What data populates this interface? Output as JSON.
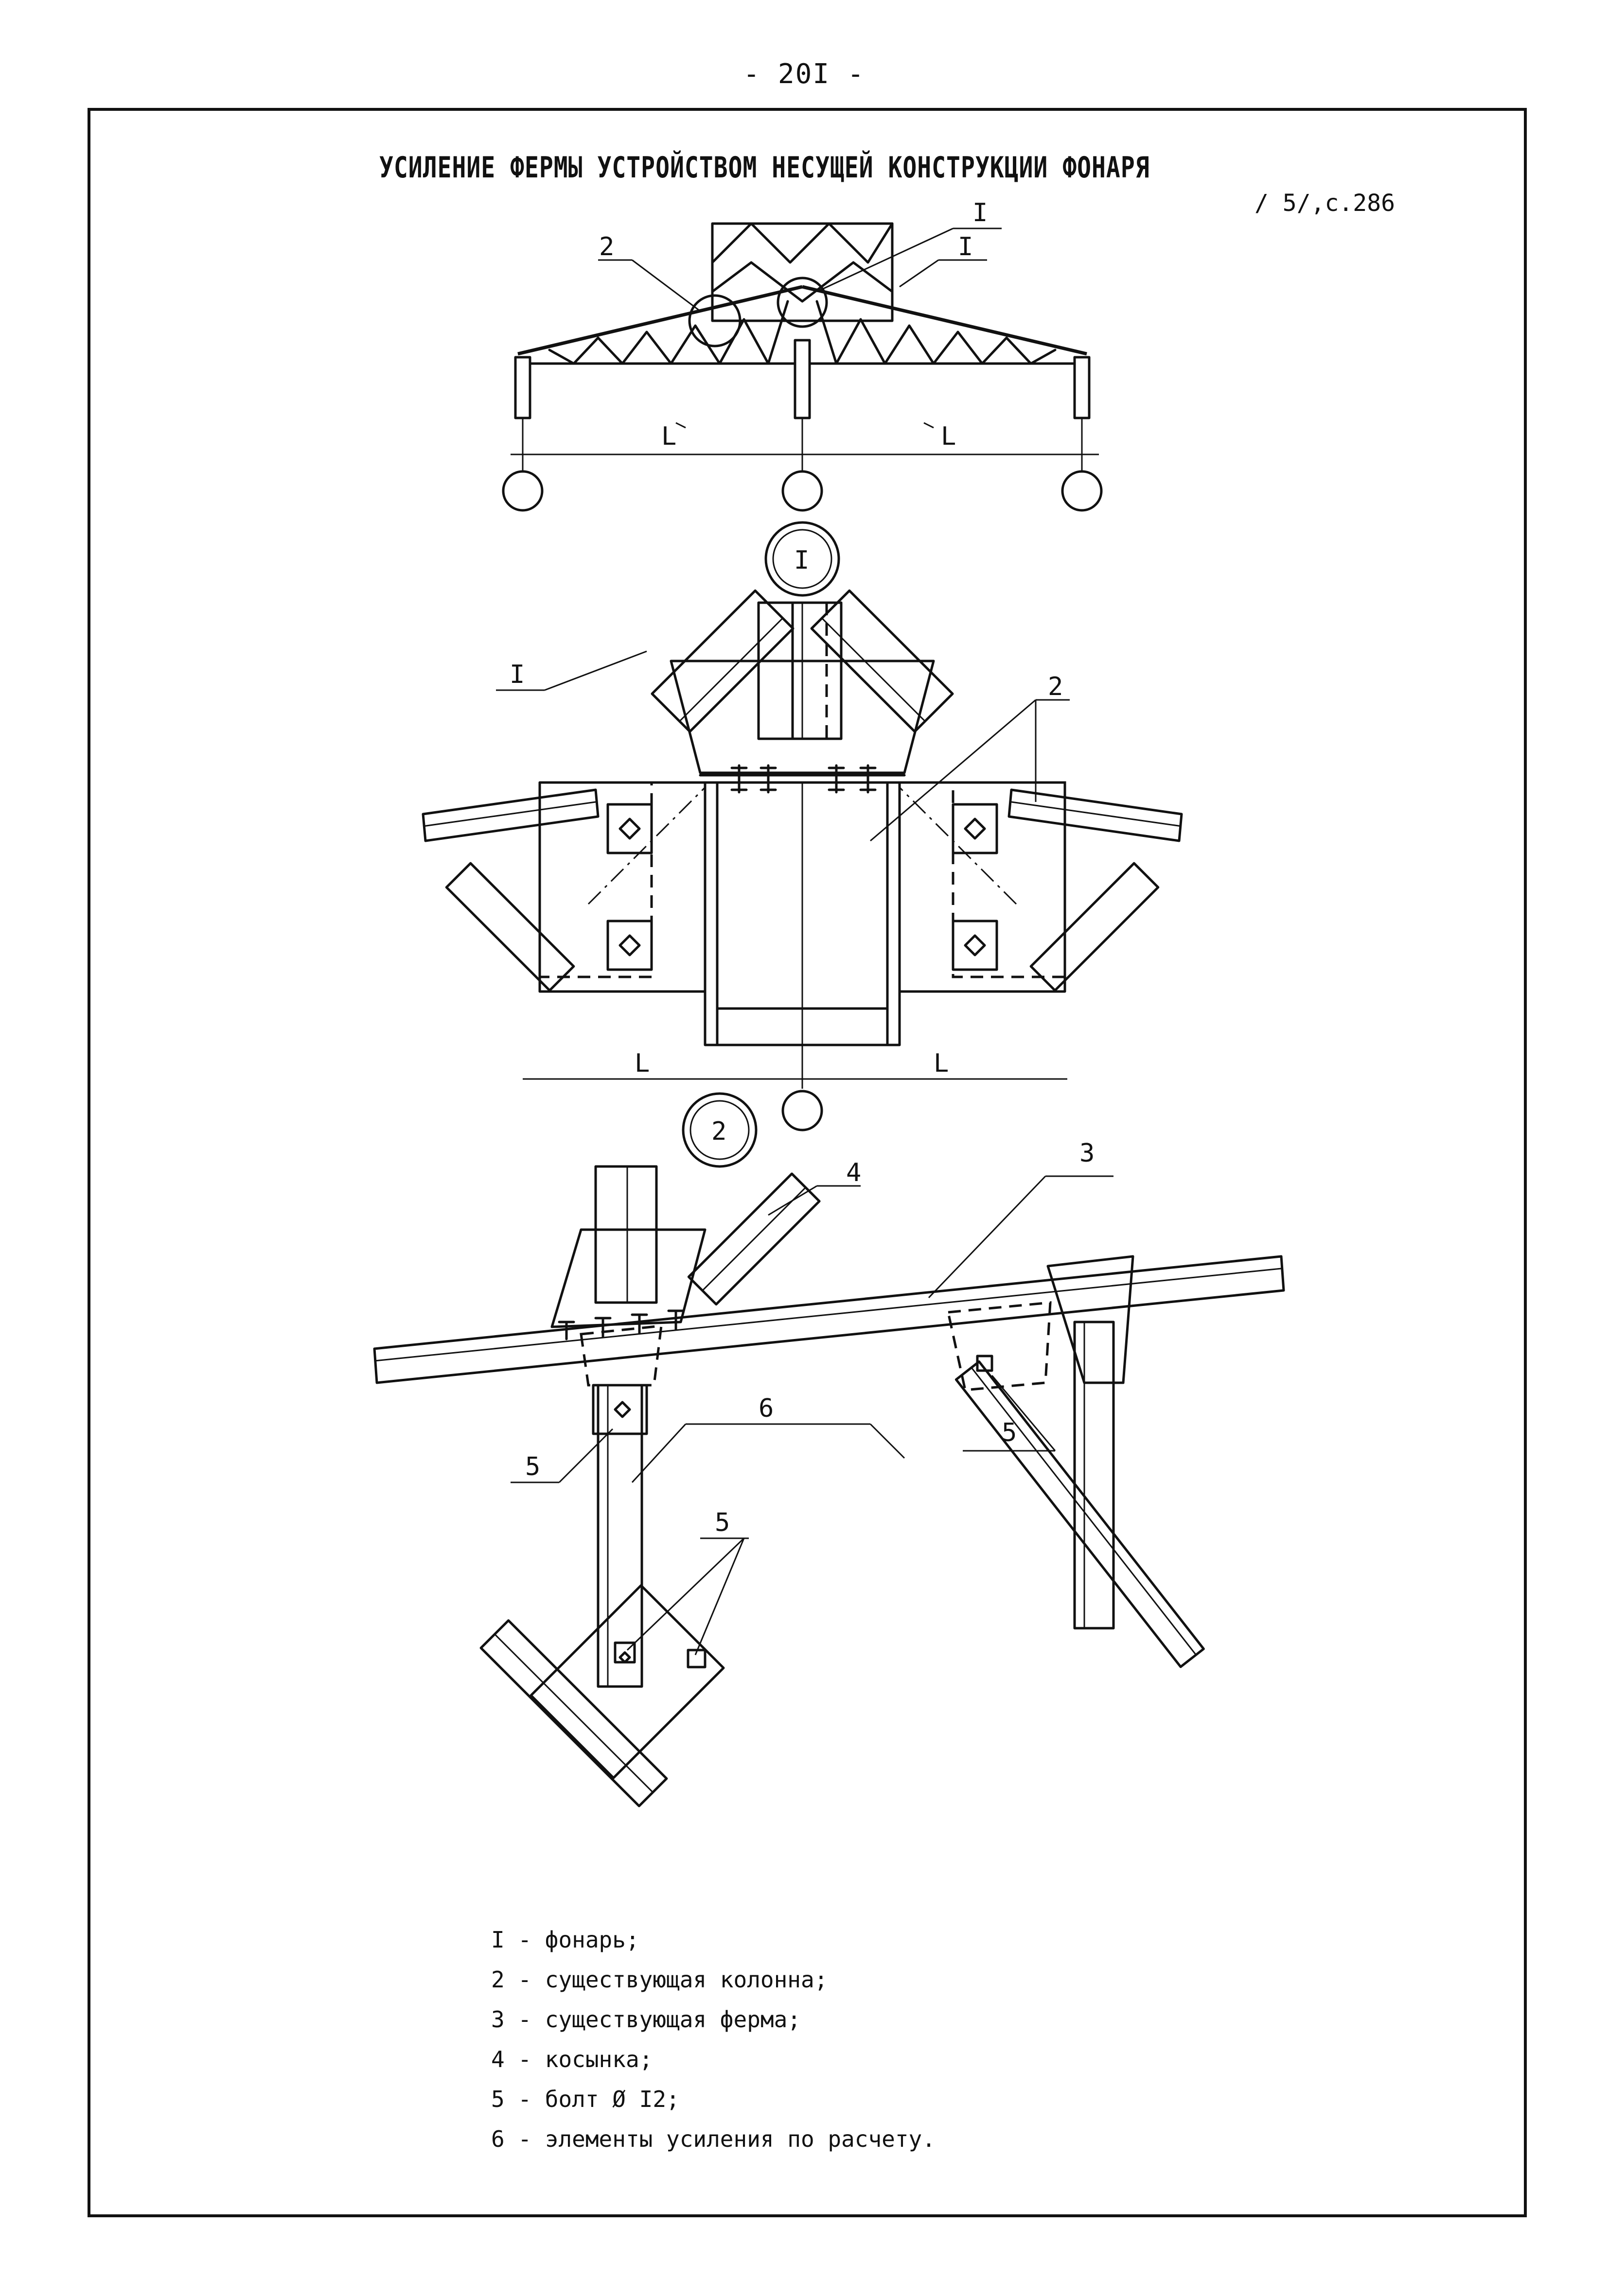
{
  "page": {
    "number": "- 20I -",
    "title": "УСИЛЕНИЕ ФЕРМЫ УСТРОЙСТВОМ НЕСУЩЕЙ КОНСТРУКЦИИ ФОНАРЯ",
    "reference": "/ 5/,с.286"
  },
  "overview": {
    "callouts": [
      "2",
      "I",
      "I"
    ],
    "span_label_left": "L",
    "span_label_right": "L"
  },
  "detail_1": {
    "title": "I",
    "callout_left": "I",
    "callout_right": "2",
    "span_label_left": "L",
    "span_label_right": "L"
  },
  "detail_2": {
    "title": "2",
    "callouts": [
      "4",
      "3",
      "6",
      "5",
      "5",
      "5"
    ]
  },
  "legend": {
    "items": [
      "I - фонарь;",
      "2 - существующая колонна;",
      "3 - существующая ферма;",
      "4 - косынка;",
      "5 - болт Ø I2;",
      "6 - элементы усиления по расчету."
    ]
  }
}
